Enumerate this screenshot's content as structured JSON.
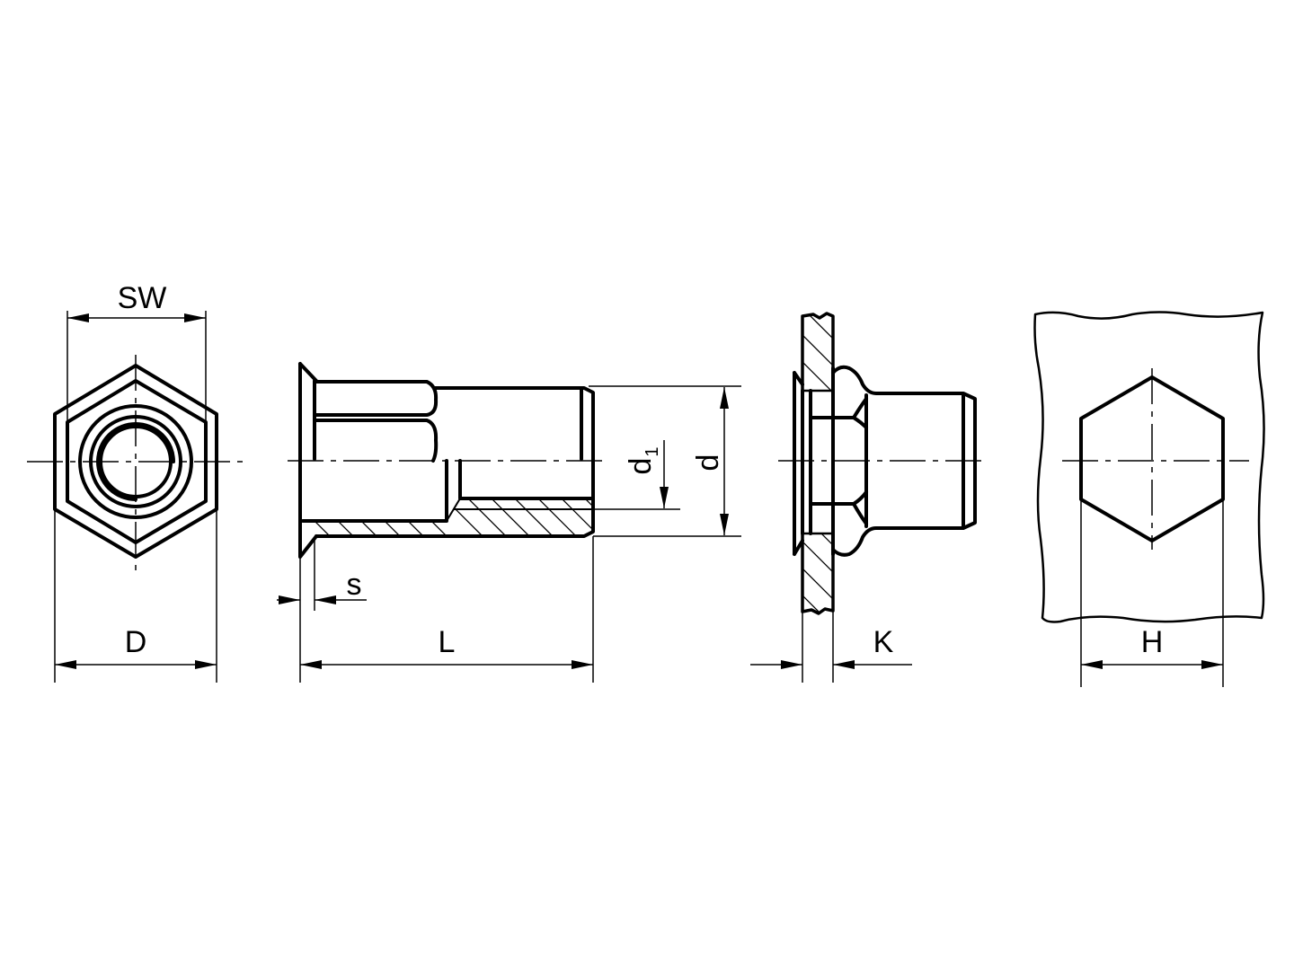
{
  "drawing": {
    "labels": {
      "sw": "SW",
      "D": "D",
      "s": "s",
      "L": "L",
      "d1_main": "d",
      "d1_sub": "1",
      "d": "d",
      "K": "K",
      "H": "H"
    }
  }
}
